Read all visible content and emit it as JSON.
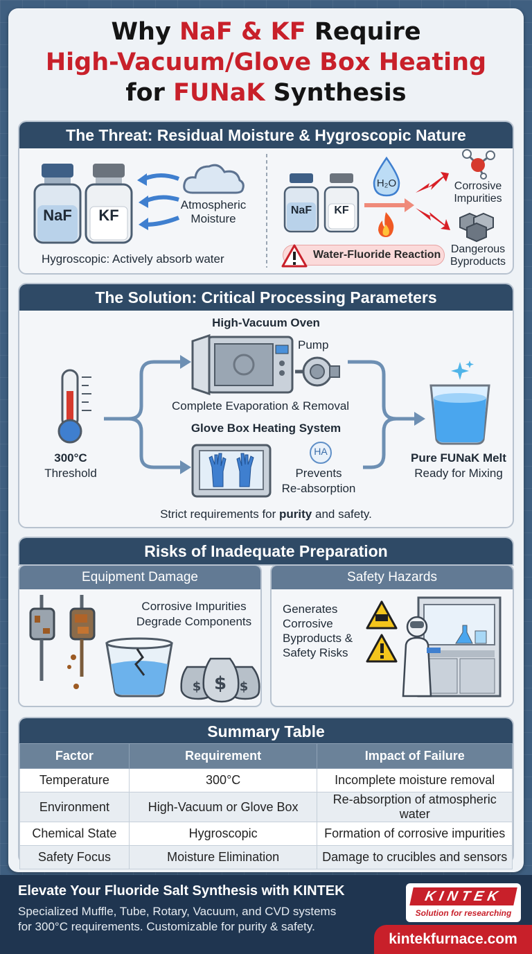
{
  "title": {
    "line1_prefix": "Why ",
    "line1_highlight": "NaF & KF",
    "line1_suffix": " Require",
    "line2": "High-Vacuum/Glove Box Heating",
    "line3_prefix": "for ",
    "line3_highlight": "FUNaK",
    "line3_suffix": " Synthesis"
  },
  "threat": {
    "heading": "The Threat: Residual Moisture & Hygroscopic Nature",
    "bottle1": "NaF",
    "bottle2": "KF",
    "cloud_label_1": "Atmospheric",
    "cloud_label_2": "Moisture",
    "caption": "Hygroscopic: Actively absorb water",
    "water_label": "H₂O",
    "result1_1": "Corrosive",
    "result1_2": "Impurities",
    "result2_1": "Dangerous",
    "result2_2": "Byproducts",
    "reaction": "Water-Fluoride Reaction"
  },
  "solution": {
    "heading": "The Solution: Critical Processing Parameters",
    "oven_label": "High-Vacuum Oven",
    "pump_label": "Pump",
    "oven_caption": "Complete Evaporation & Removal",
    "glovebox_label": "Glove Box Heating System",
    "ha_badge": "HA",
    "glovebox_caption_1": "Prevents",
    "glovebox_caption_2": "Re-absorption",
    "temp_value": "300°C",
    "temp_label": "Threshold",
    "result_1": "Pure FUNaK Melt",
    "result_2": "Ready for Mixing",
    "footer_prefix": "Strict requirements for ",
    "footer_bold": "purity",
    "footer_suffix": " and safety."
  },
  "risks": {
    "heading": "Risks of Inadequate Preparation",
    "equipment": {
      "heading": "Equipment Damage",
      "text_1": "Corrosive Impurities",
      "text_2": "Degrade Components"
    },
    "safety": {
      "heading": "Safety Hazards",
      "text_1": "Generates",
      "text_2": "Corrosive",
      "text_3": "Byproducts &",
      "text_4": "Safety Risks"
    }
  },
  "summary": {
    "heading": "Summary Table",
    "columns": [
      "Factor",
      "Requirement",
      "Impact of Failure"
    ],
    "rows": [
      [
        "Temperature",
        "300°C",
        "Incomplete moisture removal"
      ],
      [
        "Environment",
        "High-Vacuum or Glove Box",
        "Re-absorption of atmospheric water"
      ],
      [
        "Chemical State",
        "Hygroscopic",
        "Formation of corrosive impurities"
      ],
      [
        "Safety Focus",
        "Moisture Elimination",
        "Damage to crucibles and sensors"
      ]
    ]
  },
  "footer": {
    "headline": "Elevate Your Fluoride Salt Synthesis with KINTEK",
    "body_1": "Specialized Muffle, Tube, Rotary, Vacuum, and CVD systems",
    "body_2": "for 300°C requirements. Customizable for purity & safety.",
    "logo": "KINTEK",
    "tagline": "Solution for researching",
    "url": "kintekfurnace.com"
  },
  "colors": {
    "accent_red": "#c8202a",
    "panel_header": "#2f4a66",
    "sub_header": "#627a94",
    "background": "#3f5f80"
  }
}
